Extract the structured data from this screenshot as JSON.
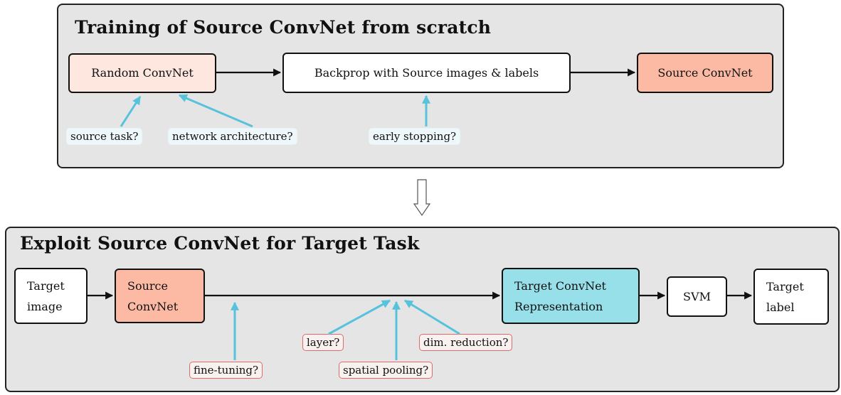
{
  "top_panel": {
    "title": "Training of Source ConvNet from scratch",
    "boxes": {
      "random_convnet": "Random ConvNet",
      "backprop": "Backprop with Source images & labels",
      "source_convnet": "Source ConvNet"
    },
    "questions": {
      "source_task": "source task?",
      "network_architecture": "network architecture?",
      "early_stopping": "early stopping?"
    }
  },
  "bottom_panel": {
    "title": "Exploit Source ConvNet for Target Task",
    "boxes": {
      "target_image": "Target\nimage",
      "source_convnet": "Source\nConvNet",
      "target_representation": "Target ConvNet\nRepresentation",
      "svm": "SVM",
      "target_label": "Target\nlabel"
    },
    "questions": {
      "fine_tuning": "fine-tuning?",
      "layer": "layer?",
      "spatial_pooling": "spatial pooling?",
      "dim_reduction": "dim. reduction?"
    }
  },
  "colors": {
    "panel_bg": "#e5e5e5",
    "random_convnet_fill": "#fde7df",
    "source_convnet_fill": "#fcbaa4",
    "target_representation_fill": "#97dfe9",
    "question_arrow": "#56c2dc",
    "question_red_border": "#e06a6a"
  }
}
